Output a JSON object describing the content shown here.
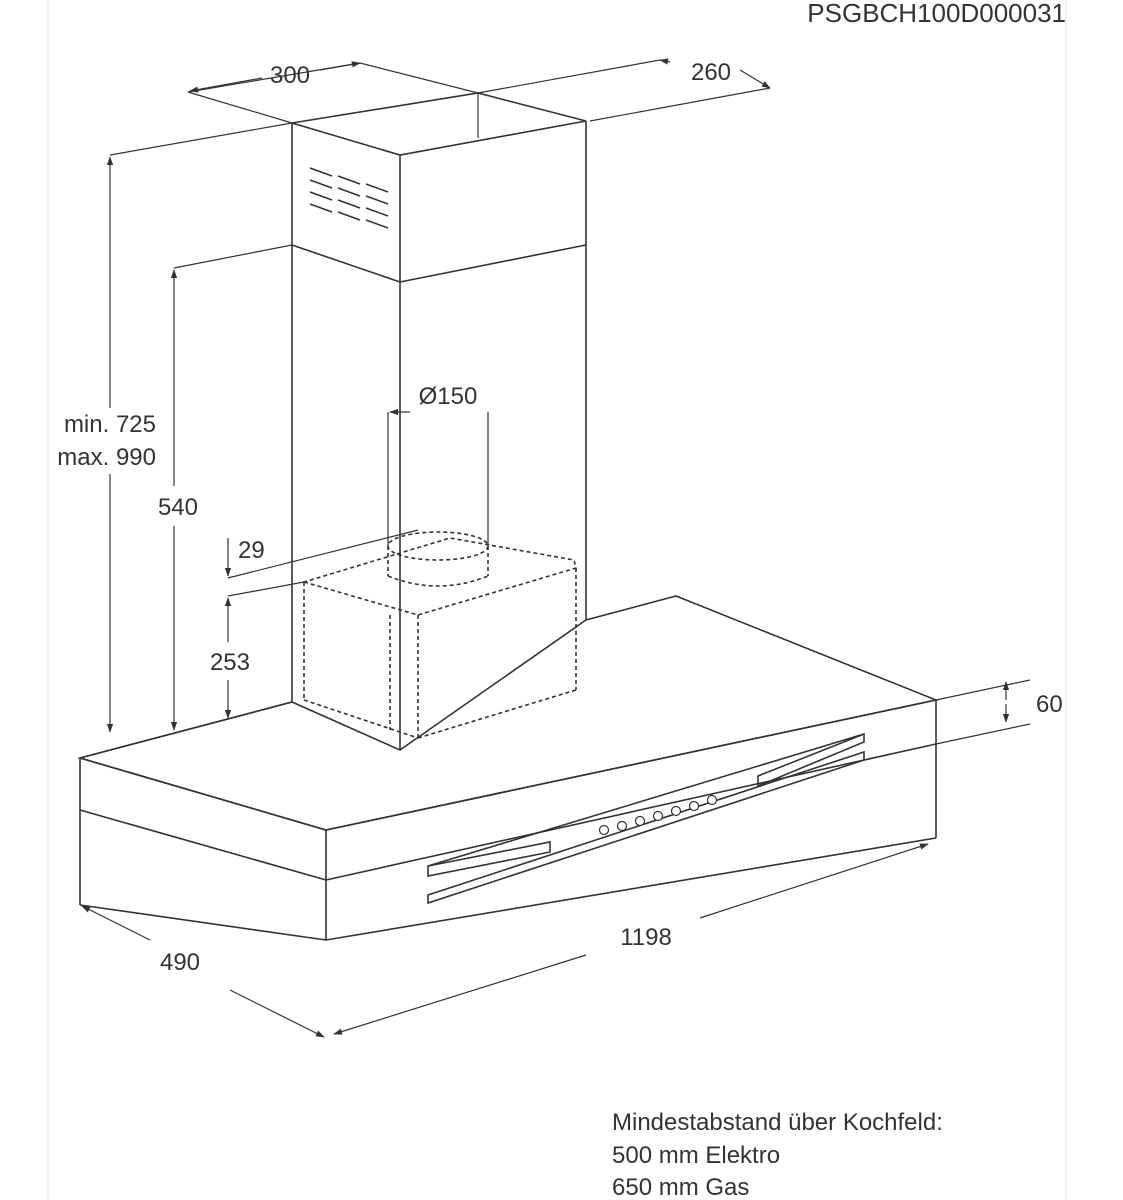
{
  "drawing_code": "PSGBCH100D000031",
  "dimensions": {
    "chimney_width": "300",
    "chimney_depth": "260",
    "height_min": "min. 725",
    "height_max": "max. 990",
    "height_540": "540",
    "offset_29": "29",
    "height_253": "253",
    "duct_diameter": "Ø150",
    "hood_height": "60",
    "hood_width": "1198",
    "hood_depth": "490"
  },
  "note": {
    "title": "Mindestabstand über Kochfeld:",
    "line1": "500 mm Elektro",
    "line2": "650 mm Gas"
  },
  "control_buttons_count": 7
}
